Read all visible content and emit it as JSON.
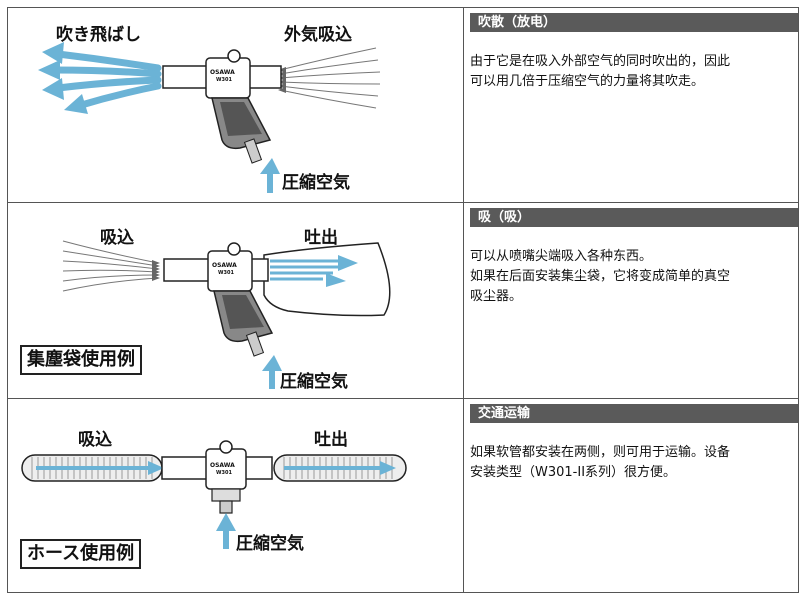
{
  "rows": [
    {
      "title": "吹散（放电）",
      "lines": [
        "由于它是在吸入外部空气的同时吹出的，因此",
        "可以用几倍于压缩空气的力量将其吹走。"
      ],
      "labels": {
        "blow": "吹き飛ばし",
        "intake": "外気吸込",
        "air": "圧縮空気",
        "brand": "OSAWA",
        "model": "W301"
      }
    },
    {
      "title": "吸（吸）",
      "lines": [
        "可以从喷嘴尖端吸入各种东西。",
        "如果在后面安装集尘袋，它将变成简单的真空",
        "吸尘器。"
      ],
      "labels": {
        "intake": "吸込",
        "out": "吐出",
        "air": "圧縮空気",
        "example": "集塵袋使用例",
        "brand": "OSAWA",
        "model": "W301"
      }
    },
    {
      "title": "交通运输",
      "lines": [
        "如果软管都安装在两侧，则可用于运输。设备",
        "安装类型（W301-II系列）很方便。"
      ],
      "labels": {
        "intake": "吸込",
        "out": "吐出",
        "air": "圧縮空気",
        "example": "ホース使用例",
        "brand": "OSAWA",
        "model": "W301"
      }
    }
  ],
  "colors": {
    "arrow": "#6bb3d6",
    "header": "#5a5a5a"
  }
}
